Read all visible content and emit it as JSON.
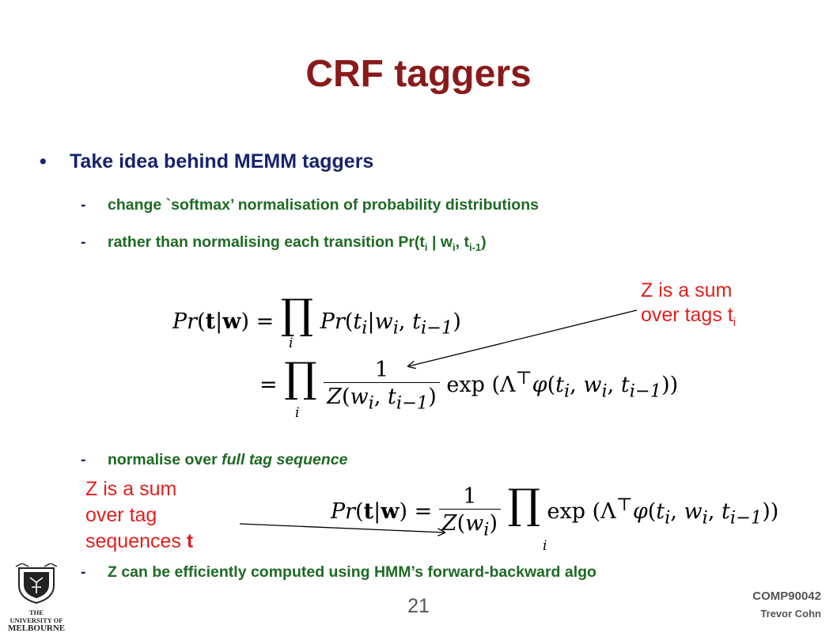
{
  "slide": {
    "title": "CRF taggers",
    "bullet": "Take idea behind MEMM taggers",
    "sub1": "change `softmax’ normalisation of probability distributions",
    "sub2_pre": "rather than normalising each transition Pr(t",
    "sub2_i": "i",
    "sub2_mid1": " | w",
    "sub2_i2": "i",
    "sub2_mid2": ", t",
    "sub2_im1": "i-1",
    "sub2_post": ")",
    "sub3_pre": "normalise over ",
    "sub3_em": "full tag sequence",
    "sub4": "Z can be efficiently computed using HMM’s forward-backward algo",
    "dash": "-",
    "ann1_line1": "Z is a sum",
    "ann1_line2": "over tags t",
    "ann1_sub": "i",
    "ann2_line1": "Z is a sum",
    "ann2_line2": "over tag",
    "ann2_line3": "sequences ",
    "ann2_bold": "t",
    "page_number": "21",
    "course_code": "COMP90042",
    "author": "Trevor Cohn",
    "logo_line1": "THE UNIVERSITY OF",
    "logo_line2": "MELBOURNE"
  },
  "colors": {
    "title": "#8a1a1a",
    "bullet": "#16236e",
    "sub": "#1e6a24",
    "annotation": "#e0201c"
  },
  "icons": [
    "bullet-dot",
    "university-crest-logo"
  ]
}
